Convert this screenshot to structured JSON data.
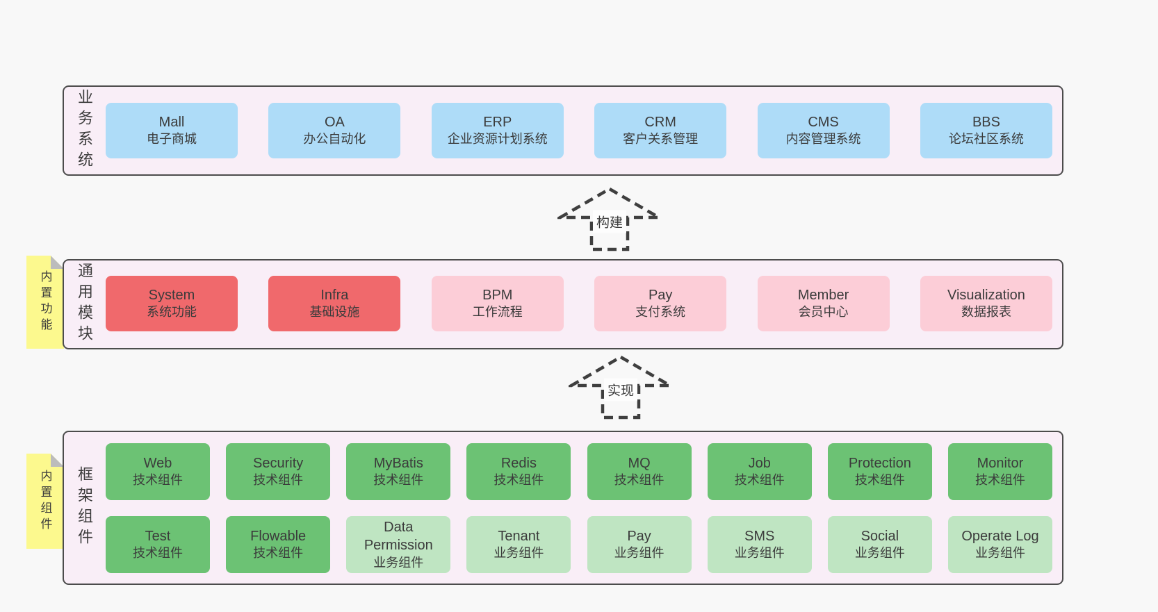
{
  "colors": {
    "blue": "#aedcf8",
    "red": "#f0696c",
    "pink": "#fccdd7",
    "green": "#6cc274",
    "light_green": "#bfe5c2",
    "yellow": "#fcf98e",
    "container_bg": "#f9eef7",
    "border": "#4c4c4c",
    "text": "#3b3b3b"
  },
  "arrows": {
    "build": "构建",
    "implement": "实现"
  },
  "layers": {
    "business": {
      "label": "业务系统",
      "boxes": [
        {
          "title": "Mall",
          "subtitle": "电子商城"
        },
        {
          "title": "OA",
          "subtitle": "办公自动化"
        },
        {
          "title": "ERP",
          "subtitle": "企业资源计划系统"
        },
        {
          "title": "CRM",
          "subtitle": "客户关系管理"
        },
        {
          "title": "CMS",
          "subtitle": "内容管理系统"
        },
        {
          "title": "BBS",
          "subtitle": "论坛社区系统"
        }
      ]
    },
    "modules": {
      "label": "通用模块",
      "sticky": "内置功能",
      "boxes": [
        {
          "title": "System",
          "subtitle": "系统功能"
        },
        {
          "title": "Infra",
          "subtitle": "基础设施"
        },
        {
          "title": "BPM",
          "subtitle": "工作流程"
        },
        {
          "title": "Pay",
          "subtitle": "支付系统"
        },
        {
          "title": "Member",
          "subtitle": "会员中心"
        },
        {
          "title": "Visualization",
          "subtitle": "数据报表"
        }
      ]
    },
    "components": {
      "label": "框架组件",
      "sticky": "内置组件",
      "row1": [
        {
          "title": "Web",
          "subtitle": "技术组件"
        },
        {
          "title": "Security",
          "subtitle": "技术组件"
        },
        {
          "title": "MyBatis",
          "subtitle": "技术组件"
        },
        {
          "title": "Redis",
          "subtitle": "技术组件"
        },
        {
          "title": "MQ",
          "subtitle": "技术组件"
        },
        {
          "title": "Job",
          "subtitle": "技术组件"
        },
        {
          "title": "Protection",
          "subtitle": "技术组件"
        },
        {
          "title": "Monitor",
          "subtitle": "技术组件"
        }
      ],
      "row2": [
        {
          "title": "Test",
          "subtitle": "技术组件"
        },
        {
          "title": "Flowable",
          "subtitle": "技术组件"
        },
        {
          "title": "Data Permission",
          "subtitle": "业务组件"
        },
        {
          "title": "Tenant",
          "subtitle": "业务组件"
        },
        {
          "title": "Pay",
          "subtitle": "业务组件"
        },
        {
          "title": "SMS",
          "subtitle": "业务组件"
        },
        {
          "title": "Social",
          "subtitle": "业务组件"
        },
        {
          "title": "Operate Log",
          "subtitle": "业务组件"
        }
      ]
    }
  }
}
